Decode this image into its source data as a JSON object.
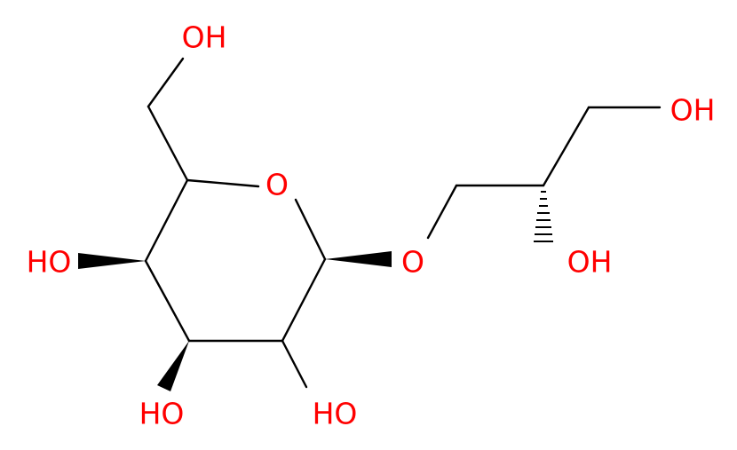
{
  "colors": {
    "bond": "#000000",
    "heteroatom": "#ff0000",
    "background": "#ffffff"
  },
  "atoms": {
    "oh_top": "OH",
    "ring_oxygen": "O",
    "oh_right_top": "OH",
    "oh_left": "HO",
    "glycosidic_oxygen": "O",
    "oh_right_mid": "OH",
    "oh_bottom_left": "HO",
    "oh_bottom_right": "HO"
  }
}
